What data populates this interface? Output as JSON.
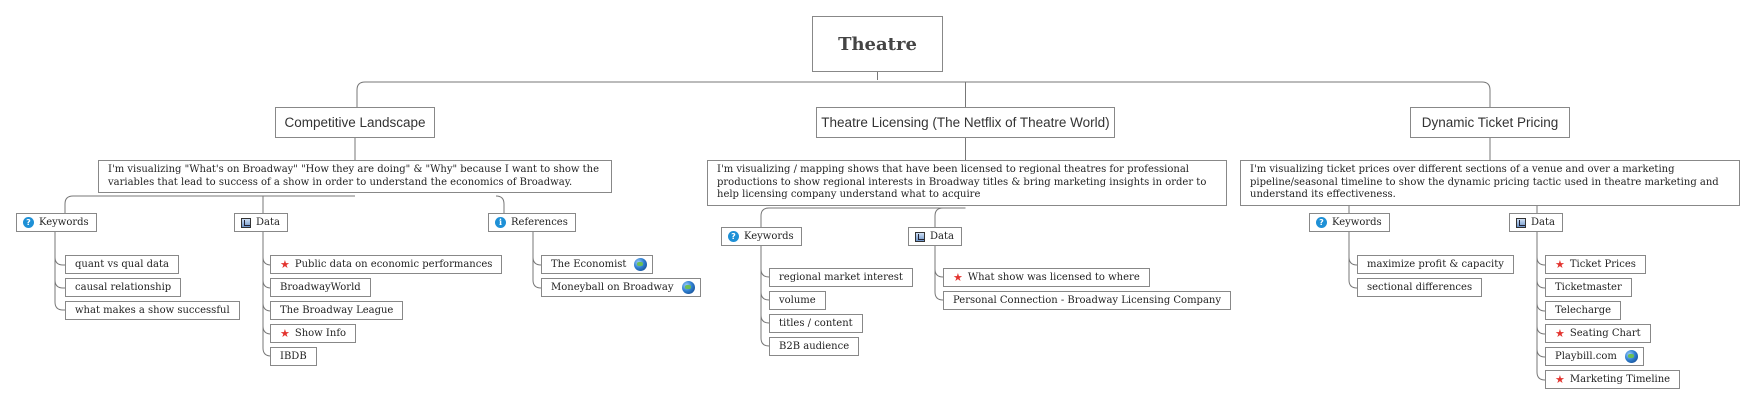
{
  "title": "Theatre",
  "branches": [
    {
      "topic": "Competitive Landscape",
      "description": "I'm visualizing \"What's on Broadway\" \"How they are doing\" & \"Why\" because I want to show the variables that lead to success of a show in order to understand the economics of Broadway.",
      "keywords": {
        "label": "Keywords",
        "icon": "help-icon",
        "items": [
          "quant vs qual data",
          "causal relationship",
          "what makes a show successful"
        ]
      },
      "data": {
        "label": "Data",
        "icon": "chart-icon",
        "items": [
          {
            "text": "Public data on economic performances",
            "marker": "star-icon"
          },
          {
            "text": "BroadwayWorld"
          },
          {
            "text": "The Broadway League"
          },
          {
            "text": "Show Info",
            "marker": "star-icon"
          },
          {
            "text": "IBDB"
          }
        ]
      },
      "references": {
        "label": "References",
        "icon": "info-icon",
        "items": [
          {
            "text": "The Economist",
            "link": "globe-icon"
          },
          {
            "text": "Moneyball on Broadway",
            "link": "globe-icon"
          }
        ]
      }
    },
    {
      "topic": "Theatre Licensing (The Netflix of Theatre World)",
      "description": "I'm visualizing / mapping shows that have been licensed to regional theatres for professional productions to show regional interests in Broadway titles & bring marketing insights in order to help licensing company understand what to acquire",
      "keywords": {
        "label": "Keywords",
        "icon": "help-icon",
        "items": [
          "regional market interest",
          "volume",
          "titles / content",
          "B2B audience"
        ]
      },
      "data": {
        "label": "Data",
        "icon": "chart-icon",
        "items": [
          {
            "text": "What show was licensed to where",
            "marker": "star-icon"
          },
          {
            "text": "Personal Connection - Broadway Licensing Company"
          }
        ]
      }
    },
    {
      "topic": "Dynamic Ticket Pricing",
      "description": "I'm visualizing ticket prices over different sections of a venue and over a marketing pipeline/seasonal timeline to show the dynamic pricing tactic used in theatre marketing and understand its effectiveness.",
      "keywords": {
        "label": "Keywords",
        "icon": "help-icon",
        "items": [
          "maximize profit & capacity",
          "sectional differences"
        ]
      },
      "data": {
        "label": "Data",
        "icon": "chart-icon",
        "items": [
          {
            "text": "Ticket Prices",
            "marker": "star-icon"
          },
          {
            "text": "Ticketmaster"
          },
          {
            "text": "Telecharge"
          },
          {
            "text": "Seating Chart",
            "marker": "star-icon"
          },
          {
            "text": "Playbill.com",
            "link": "globe-icon"
          },
          {
            "text": "Marketing Timeline",
            "marker": "star-icon"
          }
        ]
      }
    }
  ],
  "colors": {
    "connector": "#777777",
    "border": "#888888",
    "star": "#e3342f",
    "icon_blue": "#1e90d6"
  }
}
